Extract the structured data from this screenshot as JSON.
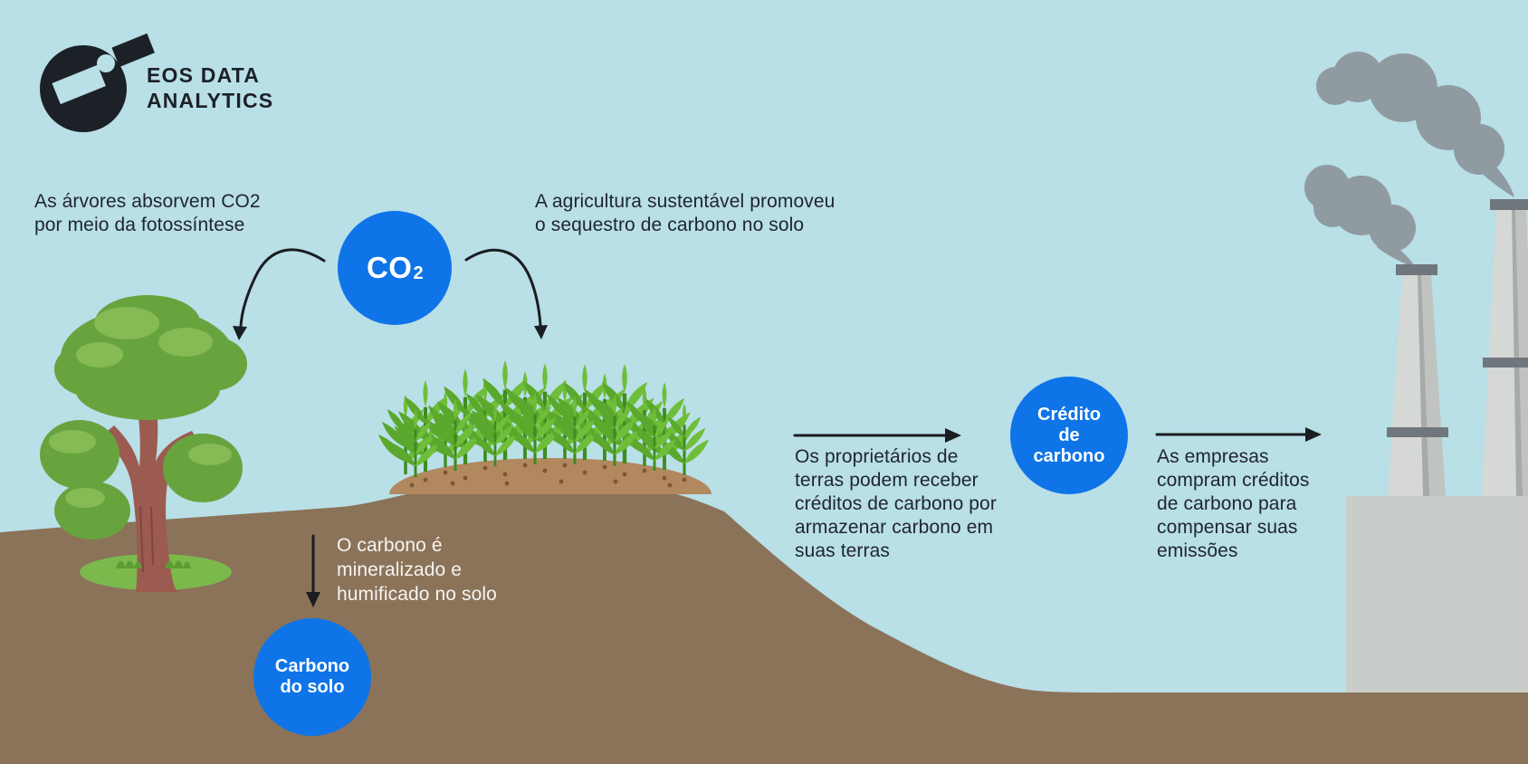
{
  "logo": {
    "name_line1": "EOS DATA",
    "name_line2": "ANALYTICS"
  },
  "captions": {
    "trees": "As árvores absorvem CO2\npor meio da fotossíntese",
    "agriculture": "A agricultura sustentável promoveu\no sequestro de carbono no solo",
    "mineralization": "O carbono é\nmineralizado e\nhumificado no solo",
    "landowners": "Os proprietários de\nterras podem receber\ncréditos de carbono por\narmazenar carbono em\nsuas terras",
    "companies": "As empresas\ncompram créditos\nde carbono para\ncompensar suas\nemissões"
  },
  "bubbles": {
    "co2": {
      "main": "CO",
      "sub": "2"
    },
    "soil_carbon": "Carbono\ndo solo",
    "carbon_credit": "Crédito\nde\ncarbono"
  },
  "colors": {
    "background": "#b9dfe7",
    "accent_blue": "#0e74e8",
    "text_dark": "#21262d",
    "text_light": "#f7f4f0",
    "soil": "#8b735a",
    "soil_mound": "#b2885e",
    "tree_green": "#68a43e",
    "tree_green_light": "#85ba54",
    "trunk_brown": "#9c5b50",
    "grass_green": "#7cb94d",
    "crop_green": "#5aa82c",
    "smoke_gray": "#8f9aa1",
    "stack_gray": "#d6d8d5",
    "stack_band_gray": "#70777c",
    "building_gray": "#c9cdc9",
    "arrow_black": "#1a1d21",
    "logo_dark": "#1c2127"
  }
}
